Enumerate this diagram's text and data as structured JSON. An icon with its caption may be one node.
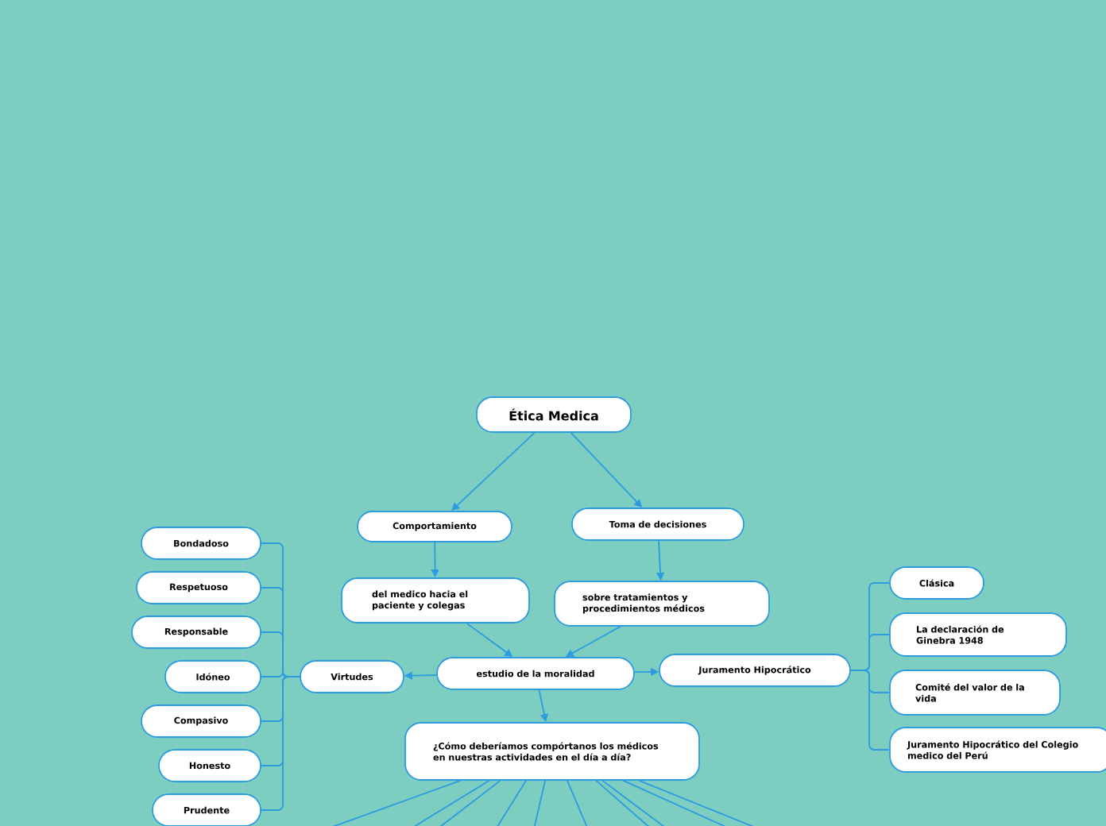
{
  "diagram": {
    "nodes": [
      {
        "text": [
          "Ética Medica"
        ]
      },
      {
        "text": [
          "Comportamiento"
        ]
      },
      {
        "text": [
          "Toma de decisiones"
        ]
      },
      {
        "text": [
          "del medico hacia el paciente y colegas"
        ]
      },
      {
        "text": [
          "sobre tratamientos y procedimientos médicos"
        ]
      },
      {
        "text": [
          "estudio de la moralidad"
        ]
      },
      {
        "text": [
          "Virtudes"
        ]
      },
      {
        "text": [
          "Juramento Hipocrático"
        ]
      },
      {
        "text": [
          "¿Cómo deberíamos compórtanos los médicos en nuestras actividades en el día a día?"
        ]
      },
      {
        "text": [
          "Bondadoso"
        ]
      },
      {
        "text": [
          "Respetuoso"
        ]
      },
      {
        "text": [
          "Responsable"
        ]
      },
      {
        "text": [
          "Idóneo"
        ]
      },
      {
        "text": [
          "Compasivo"
        ]
      },
      {
        "text": [
          "Honesto"
        ]
      },
      {
        "text": [
          "Prudente"
        ]
      },
      {
        "text": [
          "Clásica"
        ]
      },
      {
        "text": [
          "La declaración de Ginebra 1948"
        ]
      },
      {
        "text": [
          "Comité del valor de la vida"
        ]
      },
      {
        "text": [
          "Juramento Hipocrático del Colegio medico del Perú"
        ]
      }
    ],
    "edges": [
      {
        "from": 0,
        "to": 1,
        "arrow": "to"
      },
      {
        "from": 0,
        "to": 2,
        "arrow": "to"
      },
      {
        "from": 1,
        "to": 3,
        "arrow": "to"
      },
      {
        "from": 2,
        "to": 4,
        "arrow": "to"
      },
      {
        "from": 3,
        "to": 5,
        "arrow": "to"
      },
      {
        "from": 4,
        "to": 5,
        "arrow": "to"
      },
      {
        "from": 5,
        "to": 6,
        "arrow": "to"
      },
      {
        "from": 5,
        "to": 7,
        "arrow": "to"
      },
      {
        "from": 5,
        "to": 8,
        "arrow": "to"
      },
      {
        "from": 6,
        "to": 9,
        "arrow": "none"
      },
      {
        "from": 6,
        "to": 10,
        "arrow": "none"
      },
      {
        "from": 6,
        "to": 11,
        "arrow": "none"
      },
      {
        "from": 6,
        "to": 12,
        "arrow": "none"
      },
      {
        "from": 6,
        "to": 13,
        "arrow": "none"
      },
      {
        "from": 6,
        "to": 14,
        "arrow": "none"
      },
      {
        "from": 6,
        "to": 15,
        "arrow": "none"
      },
      {
        "from": 7,
        "to": 16,
        "arrow": "none"
      },
      {
        "from": 7,
        "to": 17,
        "arrow": "none"
      },
      {
        "from": 7,
        "to": 18,
        "arrow": "none"
      },
      {
        "from": 7,
        "to": 19,
        "arrow": "none"
      },
      {
        "from": 8,
        "to": null,
        "arrow": "none"
      },
      {
        "from": 8,
        "to": null,
        "arrow": "none"
      },
      {
        "from": 8,
        "to": null,
        "arrow": "none"
      },
      {
        "from": 8,
        "to": null,
        "arrow": "none"
      },
      {
        "from": 8,
        "to": null,
        "arrow": "none"
      },
      {
        "from": 8,
        "to": null,
        "arrow": "none"
      },
      {
        "from": 8,
        "to": null,
        "arrow": "none"
      },
      {
        "from": 8,
        "to": null,
        "arrow": "none"
      },
      {
        "from": 8,
        "to": null,
        "arrow": "none"
      },
      {
        "from": 8,
        "to": null,
        "arrow": "none"
      }
    ]
  }
}
